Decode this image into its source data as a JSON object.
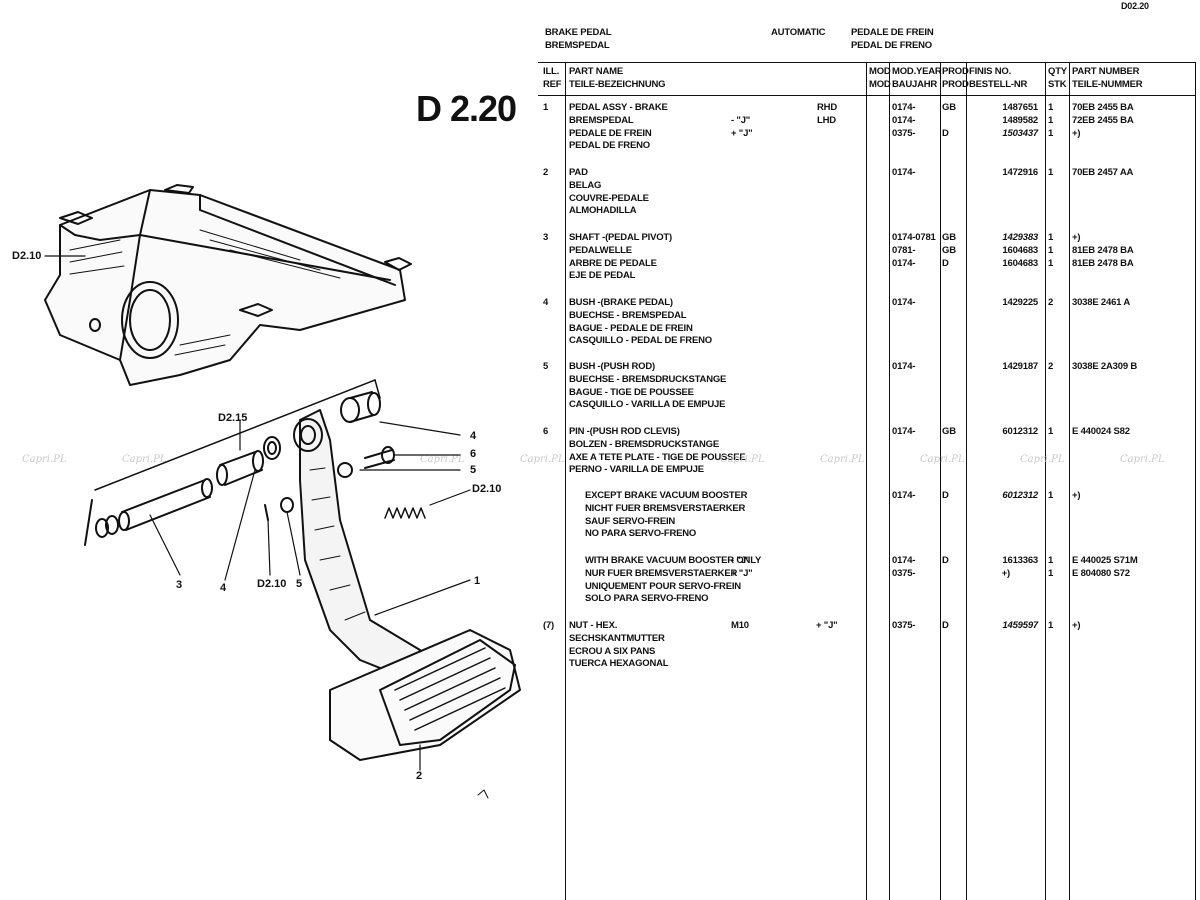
{
  "page_code_top": "D02.20",
  "section_code": "D 2.20",
  "header": {
    "title_en": "BRAKE PEDAL",
    "title_de": "BREMSPEDAL",
    "variant": "AUTOMATIC",
    "title_fr": "PEDALE DE FREIN",
    "title_es": "PEDAL DE FRENO"
  },
  "columns": {
    "ill_ref": [
      "ILL.",
      "REF"
    ],
    "part_name": [
      "PART NAME",
      "TEILE-BEZEICHNUNG"
    ],
    "mod": [
      "MOD",
      "MOD"
    ],
    "mod_year": [
      "MOD.YEAR",
      "BAUJAHR"
    ],
    "prod": [
      "PROD",
      "PROD"
    ],
    "finis_no": [
      "FINIS NO.",
      "BESTELL-NR"
    ],
    "qty": [
      "QTY",
      "STK"
    ],
    "part_number": [
      "PART NUMBER",
      "TEILE-NUMMER"
    ]
  },
  "rows": [
    {
      "ref": "1",
      "names": [
        "PEDAL ASSY - BRAKE",
        "BREMSPEDAL",
        "PEDALE DE FREIN",
        "PEDAL DE FRENO"
      ],
      "lines": [
        {
          "cond": "",
          "side": "RHD",
          "year": "0174-",
          "prod": "GB",
          "finis": "1487651",
          "italic": false,
          "qty": "1",
          "pn": "70EB 2455 BA"
        },
        {
          "cond": "- \"J\"",
          "side": "LHD",
          "year": "0174-",
          "prod": "",
          "finis": "1489582",
          "italic": false,
          "qty": "1",
          "pn": "72EB 2455 BA"
        },
        {
          "cond": "+ \"J\"",
          "side": "",
          "year": "0375-",
          "prod": "D",
          "finis": "1503437",
          "italic": true,
          "qty": "1",
          "pn": "+)"
        }
      ]
    },
    {
      "ref": "2",
      "names": [
        "PAD",
        "BELAG",
        "COUVRE-PEDALE",
        "ALMOHADILLA"
      ],
      "lines": [
        {
          "cond": "",
          "side": "",
          "year": "0174-",
          "prod": "",
          "finis": "1472916",
          "italic": false,
          "qty": "1",
          "pn": "70EB 2457 AA"
        }
      ]
    },
    {
      "ref": "3",
      "names": [
        "SHAFT -(PEDAL PIVOT)",
        "PEDALWELLE",
        "ARBRE DE PEDALE",
        "EJE DE PEDAL"
      ],
      "lines": [
        {
          "cond": "",
          "side": "",
          "year": "0174-0781",
          "prod": "GB",
          "finis": "1429383",
          "italic": true,
          "qty": "1",
          "pn": "+)"
        },
        {
          "cond": "",
          "side": "",
          "year": "0781-",
          "prod": "GB",
          "finis": "1604683",
          "italic": false,
          "qty": "1",
          "pn": "81EB 2478 BA"
        },
        {
          "cond": "",
          "side": "",
          "year": "0174-",
          "prod": "D",
          "finis": "1604683",
          "italic": false,
          "qty": "1",
          "pn": "81EB 2478 BA"
        }
      ]
    },
    {
      "ref": "4",
      "names": [
        "BUSH -(BRAKE PEDAL)",
        "BUECHSE - BREMSPEDAL",
        "BAGUE - PEDALE DE FREIN",
        "CASQUILLO - PEDAL DE FRENO"
      ],
      "lines": [
        {
          "cond": "",
          "side": "",
          "year": "0174-",
          "prod": "",
          "finis": "1429225",
          "italic": false,
          "qty": "2",
          "pn": "3038E 2461 A"
        }
      ]
    },
    {
      "ref": "5",
      "names": [
        "BUSH -(PUSH ROD)",
        "BUECHSE - BREMSDRUCKSTANGE",
        "BAGUE - TIGE DE POUSSEE",
        "CASQUILLO - VARILLA DE EMPUJE"
      ],
      "lines": [
        {
          "cond": "",
          "side": "",
          "year": "0174-",
          "prod": "",
          "finis": "1429187",
          "italic": false,
          "qty": "2",
          "pn": "3038E 2A309 B"
        }
      ]
    },
    {
      "ref": "6",
      "names": [
        "PIN -(PUSH ROD CLEVIS)",
        "BOLZEN - BREMSDRUCKSTANGE",
        "AXE A TETE PLATE - TIGE DE POUSSEE",
        "PERNO - VARILLA DE EMPUJE"
      ],
      "lines": [
        {
          "cond": "",
          "side": "",
          "year": "0174-",
          "prod": "GB",
          "finis": "6012312",
          "italic": false,
          "qty": "1",
          "pn": "E 440024 S82"
        }
      ]
    },
    {
      "ref": "",
      "indent": true,
      "names": [
        "EXCEPT BRAKE VACUUM BOOSTER",
        "NICHT FUER BREMSVERSTAERKER",
        "SAUF SERVO-FREIN",
        "NO PARA SERVO-FRENO"
      ],
      "lines": [
        {
          "cond": "",
          "side": "",
          "year": "0174-",
          "prod": "D",
          "finis": "6012312",
          "italic": true,
          "qty": "1",
          "pn": "+)"
        }
      ]
    },
    {
      "ref": "",
      "indent": true,
      "names": [
        "WITH BRAKE VACUUM BOOSTER ONLY",
        "NUR FUER BREMSVERSTAERKER",
        "UNIQUEMENT POUR SERVO-FREIN",
        "SOLO PARA SERVO-FRENO"
      ],
      "lines": [
        {
          "cond": "- \"J\"",
          "side": "",
          "year": "0174-",
          "prod": "D",
          "finis": "1613363",
          "italic": false,
          "qty": "1",
          "pn": "E 440025 S71M"
        },
        {
          "cond": "+ \"J\"",
          "side": "",
          "year": "0375-",
          "prod": "",
          "finis": "+)",
          "italic": false,
          "qty": "1",
          "pn": "E 804080 S72"
        }
      ]
    },
    {
      "ref": "(7)",
      "names": [
        "NUT - HEX.",
        "SECHSKANTMUTTER",
        "ECROU A SIX PANS",
        "TUERCA HEXAGONAL"
      ],
      "size": "M10",
      "lines": [
        {
          "cond": "+ \"J\"",
          "side": "",
          "year": "0375-",
          "prod": "D",
          "finis": "1459597",
          "italic": true,
          "qty": "1",
          "pn": "+)"
        }
      ]
    }
  ],
  "diagram_labels": {
    "d210_top": "D2.10",
    "d215": "D2.15",
    "l4": "4",
    "l6": "6",
    "l5": "5",
    "d210_right": "D2.10",
    "l1": "1",
    "l3": "3",
    "l4b": "4",
    "d210_bottom": "D2.10",
    "l5b": "5",
    "l2": "2"
  },
  "watermark": "Capri.PL"
}
